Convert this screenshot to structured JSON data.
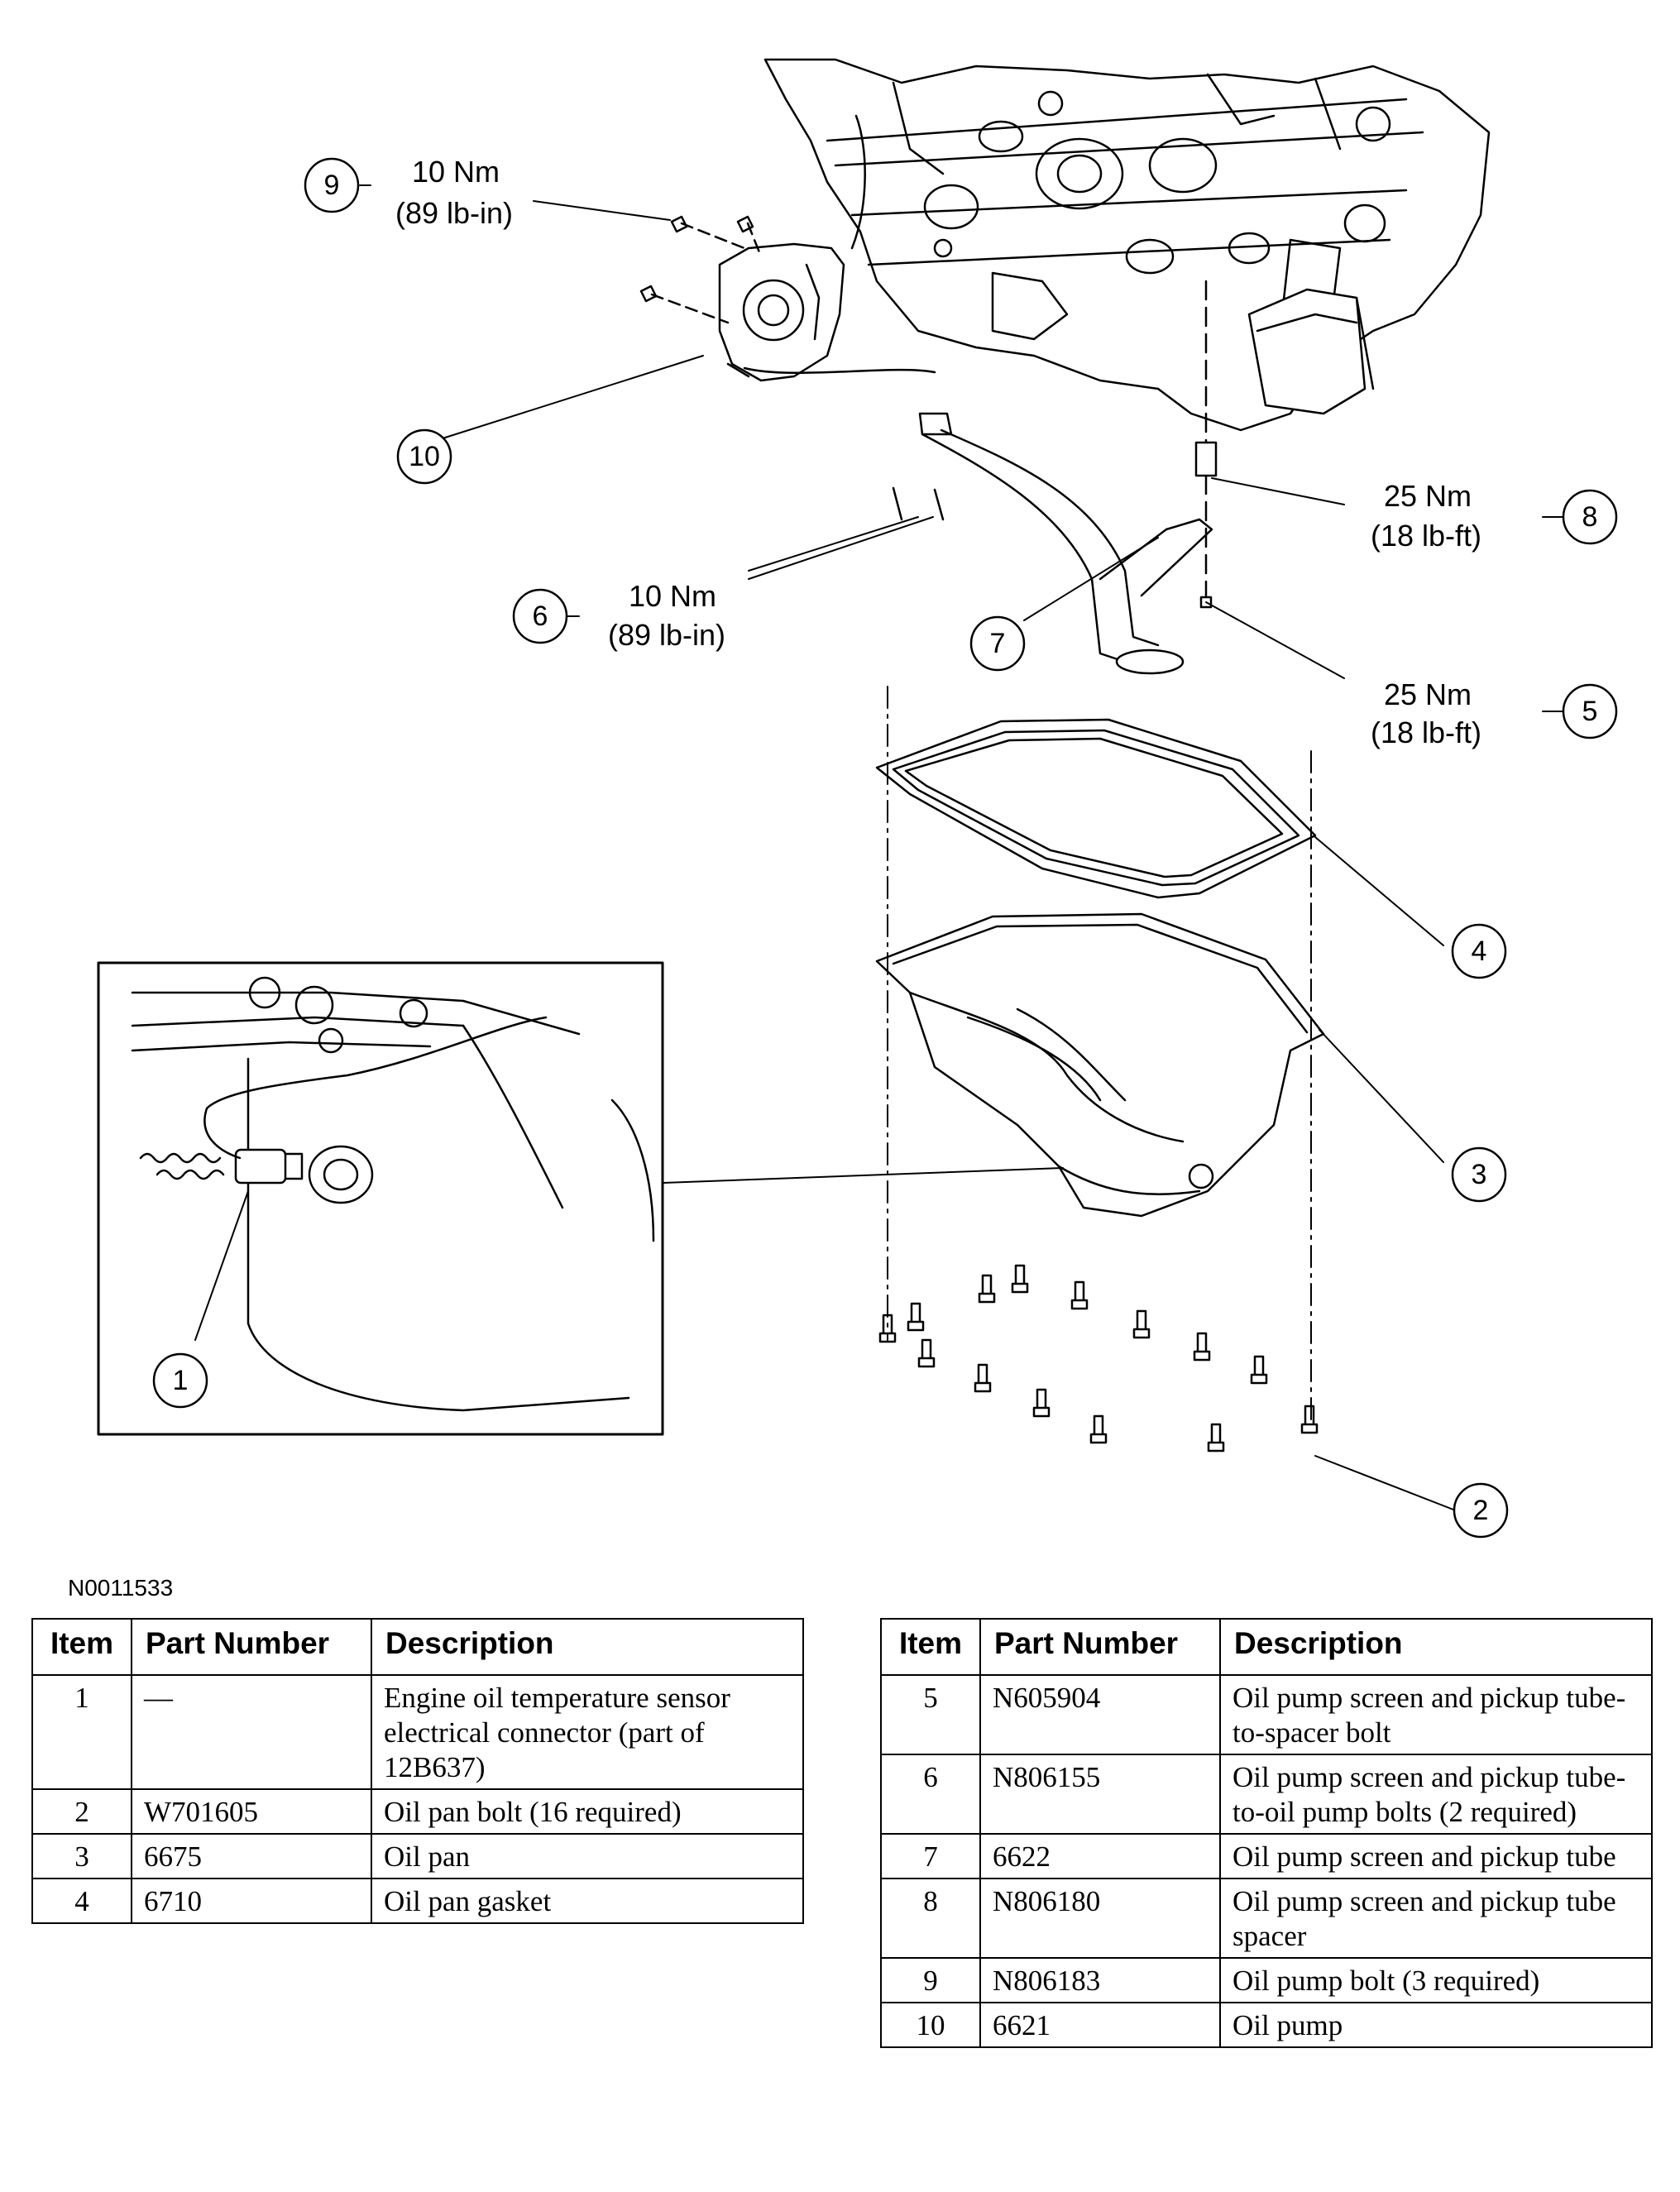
{
  "figure_id": "N0011533",
  "callouts": {
    "c1": "1",
    "c2": "2",
    "c3": "3",
    "c4": "4",
    "c5": "5",
    "c6": "6",
    "c7": "7",
    "c8": "8",
    "c9": "9",
    "c10": "10"
  },
  "torques": {
    "t9": {
      "nm": "10 Nm",
      "imperial": "(89 lb-in)"
    },
    "t8": {
      "nm": "25 Nm",
      "imperial": "(18 lb-ft)"
    },
    "t6": {
      "nm": "10 Nm",
      "imperial": "(89 lb-in)"
    },
    "t5": {
      "nm": "25 Nm",
      "imperial": "(18 lb-ft)"
    }
  },
  "table_headers": {
    "item": "Item",
    "part_number": "Part Number",
    "description": "Description"
  },
  "parts_left": [
    {
      "item": "1",
      "part_number": "—",
      "description": "Engine oil temperature sensor electrical connector (part of 12B637)"
    },
    {
      "item": "2",
      "part_number": "W701605",
      "description": "Oil pan bolt (16 required)"
    },
    {
      "item": "3",
      "part_number": "6675",
      "description": "Oil pan"
    },
    {
      "item": "4",
      "part_number": "6710",
      "description": "Oil pan gasket"
    }
  ],
  "parts_right": [
    {
      "item": "5",
      "part_number": "N605904",
      "description": "Oil pump screen and pickup tube-to-spacer bolt"
    },
    {
      "item": "6",
      "part_number": "N806155",
      "description": "Oil pump screen and pickup tube-to-oil pump bolts (2 required)"
    },
    {
      "item": "7",
      "part_number": "6622",
      "description": "Oil pump screen and pickup tube"
    },
    {
      "item": "8",
      "part_number": "N806180",
      "description": "Oil pump screen and pickup tube spacer"
    },
    {
      "item": "9",
      "part_number": "N806183",
      "description": "Oil pump bolt (3 required)"
    },
    {
      "item": "10",
      "part_number": "6621",
      "description": "Oil pump"
    }
  ]
}
